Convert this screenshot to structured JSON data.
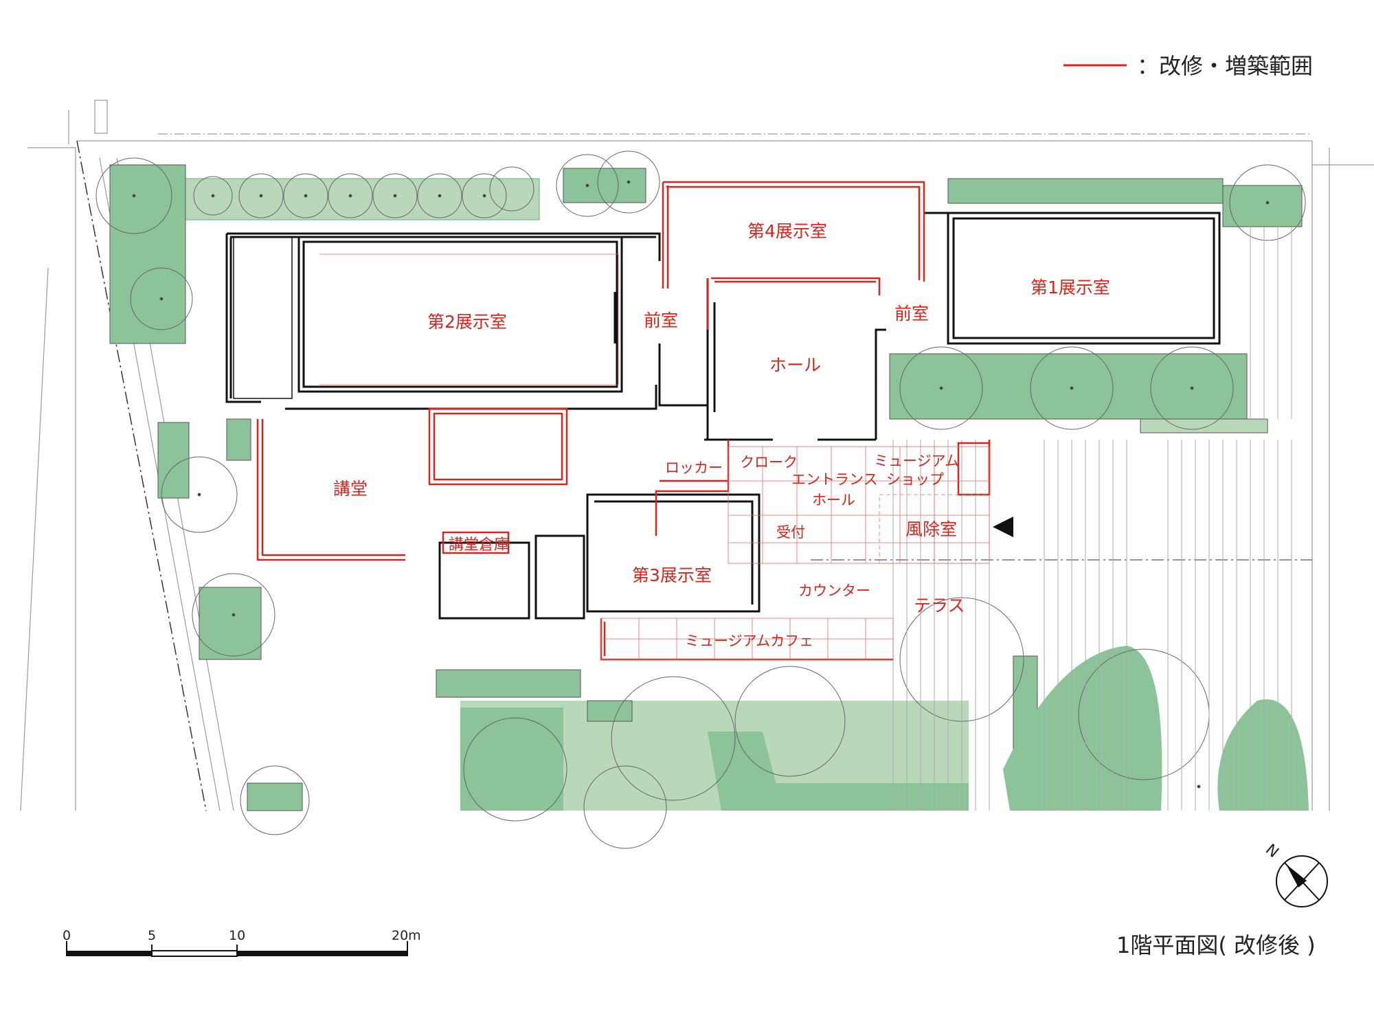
{
  "legend": {
    "text": "：改修・増築範囲",
    "line_color": "#d6251c"
  },
  "rooms": {
    "gallery1": "第1展示室",
    "gallery2": "第2展示室",
    "gallery3": "第3展示室",
    "gallery4": "第4展示室",
    "anteroom_left": "前室",
    "anteroom_right": "前室",
    "hall": "ホール",
    "auditorium": "講堂",
    "auditorium_storage": "講堂倉庫",
    "locker": "ロッカー",
    "cloak": "クローク",
    "entrance_hall_1": "エントランス",
    "entrance_hall_2": "ホール",
    "shop_1": "ミュージアム",
    "shop_2": "ショップ",
    "windbreak": "風除室",
    "reception": "受付",
    "counter": "カウンター",
    "terrace": "テラス",
    "cafe": "ミュージアムカフェ"
  },
  "scale_bar": {
    "ticks": [
      "0",
      "5",
      "10",
      "20m"
    ]
  },
  "title": "1階平面図( 改修後 )",
  "north_label": "N",
  "colors": {
    "red": "#d6251c",
    "wall": "#111111",
    "green_light": "#b9d8b9",
    "green": "#8cc399",
    "green_dark": "#6fb27f",
    "grey_line": "#9a9a9a"
  }
}
